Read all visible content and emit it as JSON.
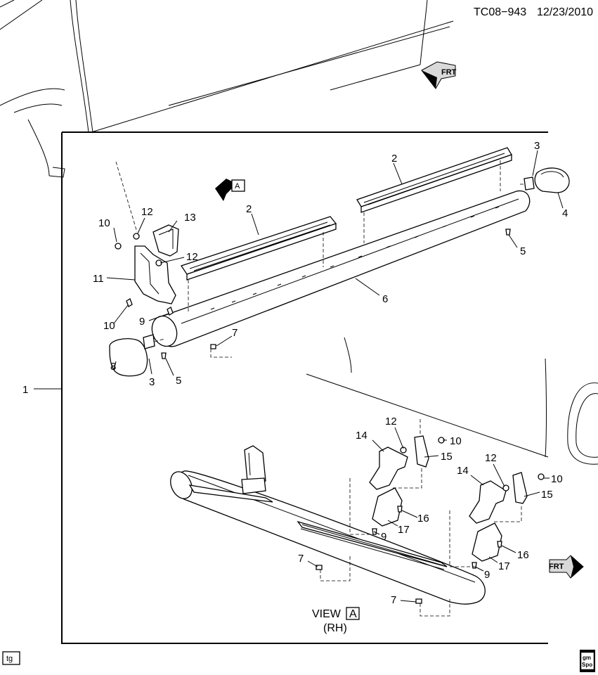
{
  "header": {
    "code": "TC08−943",
    "date": "12/23/2010"
  },
  "view": {
    "label": "VIEW",
    "key": "A",
    "side": "(RH)"
  },
  "arrows": {
    "front_upper": "FRT",
    "front_lower": "FRT",
    "view_marker": "A"
  },
  "footer": {
    "left_tag": "tg",
    "right_logo_top": "gm",
    "right_logo_bottom": "Spo"
  },
  "callouts": {
    "c1": "1",
    "c2a": "2",
    "c2b": "2",
    "c3a": "3",
    "c3b": "3",
    "c4": "4",
    "c5a": "5",
    "c5b": "5",
    "c6": "6",
    "c7a": "7",
    "c7b": "7",
    "c7c": "7",
    "c8": "8",
    "c9a": "9",
    "c9b": "9",
    "c9c": "9",
    "c10a": "10",
    "c10b": "10",
    "c10c": "10",
    "c10d": "10",
    "c11": "11",
    "c12a": "12",
    "c12b": "12",
    "c12c": "12",
    "c12d": "12",
    "c13": "13",
    "c14a": "14",
    "c14b": "14",
    "c15a": "15",
    "c15b": "15",
    "c16a": "16",
    "c16b": "16",
    "c17a": "17",
    "c17b": "17"
  }
}
